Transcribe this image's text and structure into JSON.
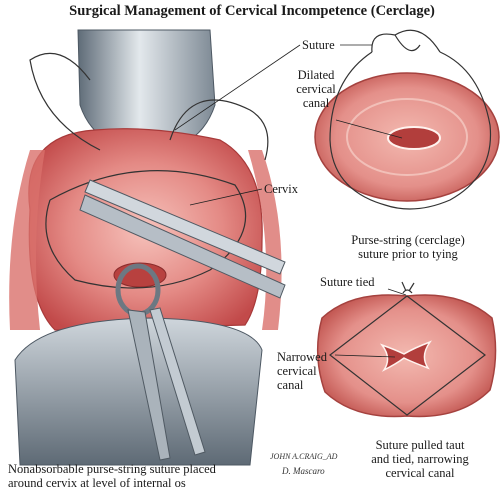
{
  "title": "Surgical Management of Cervical Incompetence (Cerclage)",
  "labels": {
    "suture": "Suture",
    "dilated_canal": "Dilated\ncervical\ncanal",
    "cervix": "Cervix",
    "purse_string_caption": "Purse-string (cerclage)\nsuture prior to tying",
    "suture_tied": "Suture tied",
    "narrowed_canal": "Narrowed\ncervical\ncanal",
    "pulled_taut_caption": "Suture pulled taut\nand tied, narrowing\ncervical canal",
    "bottom_caption": "Nonabsorbable purse-string suture placed\naround cervix at level of internal os"
  },
  "signature": {
    "line1": "JOHN A.CRAIG_AD",
    "line2": "D. Mascaro"
  },
  "colors": {
    "tissue_pink": "#e07a78",
    "tissue_light": "#f2b3ad",
    "tissue_dark": "#c24a4a",
    "speculum_gray": "#8e9aa6",
    "speculum_light": "#d6dde3",
    "instrument_steel": "#a9b3bc",
    "suture_line": "#333333"
  }
}
